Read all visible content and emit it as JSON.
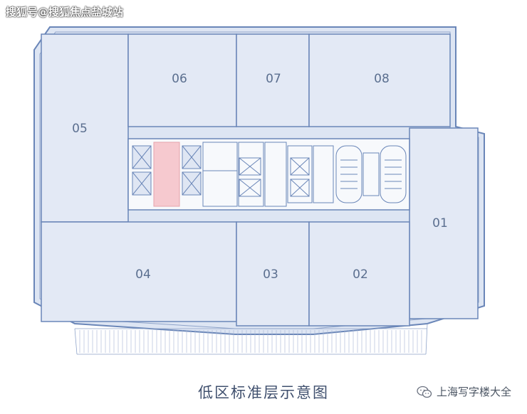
{
  "watermark": "搜狐号@搜狐焦点盐城站",
  "units": [
    "05",
    "06",
    "07",
    "08",
    "01",
    "04",
    "03",
    "02"
  ],
  "caption": "低区标准层示意图",
  "source_account": "上海写字楼大全",
  "colors": {
    "line": "#6a86b8",
    "room_fill": "#e3e9f5",
    "highlight": "#f6c9cf",
    "text": "#5b6f8f"
  },
  "icons": [
    "wechat-icon"
  ]
}
